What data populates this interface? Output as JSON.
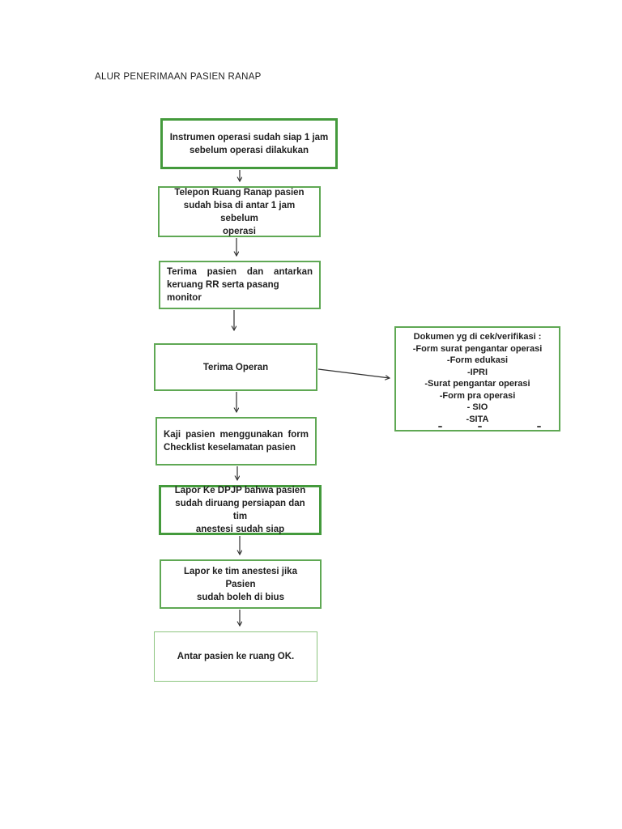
{
  "page": {
    "title": "ALUR PENERIMAAN PASIEN RANAP"
  },
  "colors": {
    "border_dark": "#449a3c",
    "border_medium": "#5fa854",
    "border_light": "#8cc57f",
    "arrow": "#303030",
    "text": "#1f1f1f",
    "background": "#ffffff"
  },
  "flow": {
    "instrumen": {
      "lines": [
        "Instrumen operasi sudah siap 1 jam",
        "sebelum operasi dilakukan"
      ]
    },
    "telepon": {
      "lines": [
        "Telepon Ruang Ranap pasien",
        "sudah bisa di antar 1 jam sebelum",
        "operasi"
      ]
    },
    "terima_pasien": {
      "lines": [
        "Terima pasien dan antarkan",
        "keruang RR serta pasang monitor"
      ]
    },
    "terima_operan": {
      "lines": [
        "Terima Operan"
      ]
    },
    "kaji": {
      "lines": [
        "Kaji pasien menggunakan form",
        "Checklist keselamatan pasien"
      ]
    },
    "lapor_dpjp": {
      "lines": [
        "Lapor Ke DPJP bahwa pasien",
        "sudah diruang persiapan dan tim",
        "anestesi sudah siap"
      ]
    },
    "lapor_anestesi": {
      "lines": [
        "Lapor ke tim anestesi jika Pasien",
        "sudah boleh di bius"
      ]
    },
    "antar": {
      "lines": [
        "Antar pasien ke ruang OK."
      ]
    },
    "dokumen": {
      "title": "Dokumen yg di cek/verifikasi :",
      "items": [
        "-Form surat pengantar operasi",
        "-Form edukasi",
        "-IPRI",
        "-Surat pengantar operasi",
        "-Form pra operasi",
        "- SIO",
        "-SITA"
      ]
    }
  }
}
